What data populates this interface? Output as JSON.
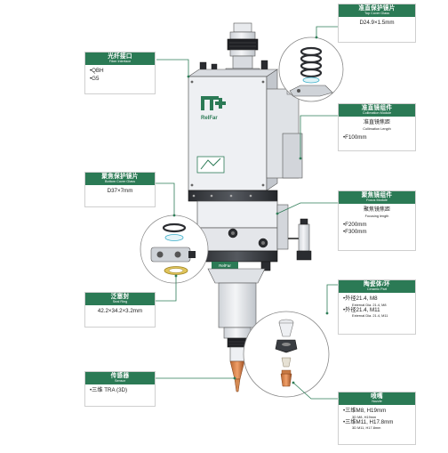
{
  "top_cover_glass": {
    "cn": "准直保护镜片",
    "en": "Top Cover Glass",
    "spec": "D24.9×1.5mm"
  },
  "fiber_interface": {
    "cn": "光纤接口",
    "en": "Fiber Interface",
    "items": [
      "•QBH",
      "•G5"
    ]
  },
  "collimation_module": {
    "cn": "准直镜组件",
    "en": "Collimation Module",
    "sub_cn": "准直镜焦距",
    "sub_en": "Collimation Length",
    "items": [
      "•F100mm"
    ]
  },
  "bottom_cover_glass": {
    "cn": "聚焦保护镜片",
    "en": "Bottom Cover Glass",
    "spec": "D37×7mm"
  },
  "focus_module": {
    "cn": "聚焦镜组件",
    "en": "Focus Module",
    "sub_cn": "聚焦镜焦距",
    "sub_en": "Focusing length",
    "items": [
      "•F200mm",
      "•F300mm"
    ]
  },
  "seal_ring": {
    "cn": "泛塞封",
    "en": "Seal Ring",
    "spec": "42.2×34.2×3.2mm"
  },
  "ceramic_part": {
    "cn": "陶瓷体/环",
    "en": "Ceramic Part",
    "items": [
      {
        "main": "•外径21.4, M8",
        "sub": "External Dia. 21.4, M8"
      },
      {
        "main": "•外径21.4, M11",
        "sub": "External Dia. 21.4, M11"
      }
    ]
  },
  "sensor": {
    "cn": "传感器",
    "en": "Sensor",
    "items": [
      "•三维 TRA (3D)"
    ]
  },
  "nozzle": {
    "cn": "喷嘴",
    "en": "Nozzle",
    "items": [
      {
        "main": "•三维M8, H19mm",
        "sub": "3D M8, H19mm"
      },
      {
        "main": "•三维M11, H17.8mm",
        "sub": "3D M11, H17.8mm"
      }
    ]
  },
  "logo_text": "RelFar",
  "colors": {
    "accent": "#2b7a55",
    "body": "#e9ebee",
    "dark": "#3a3d42"
  }
}
